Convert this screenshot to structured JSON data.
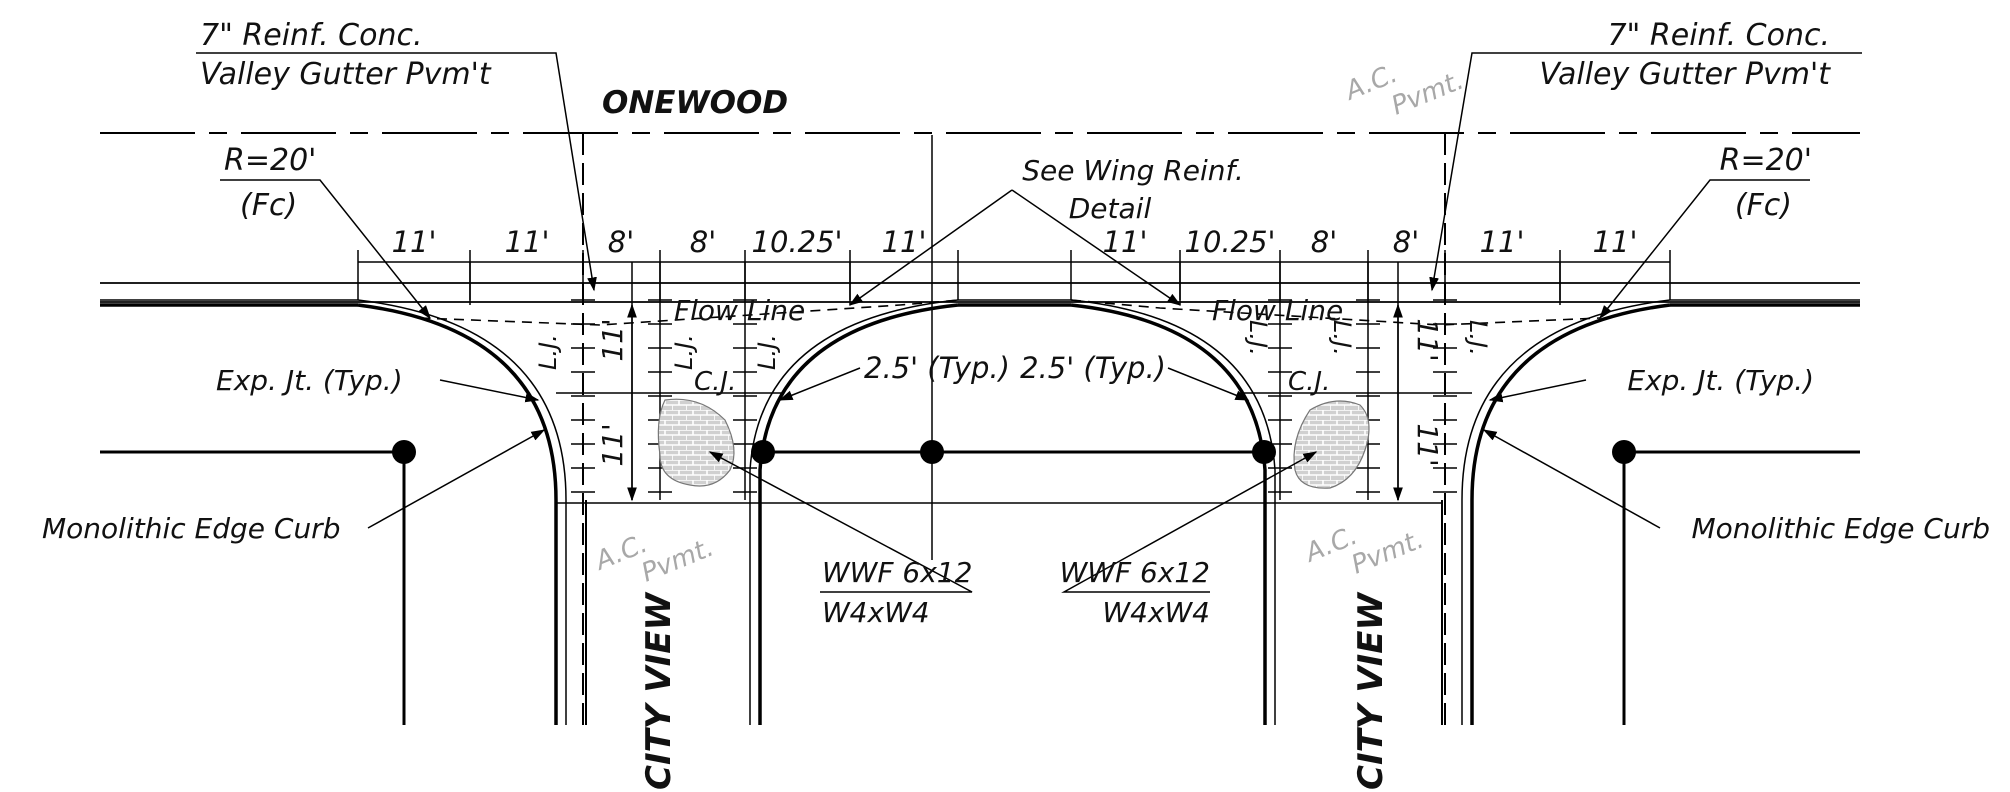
{
  "street_names": {
    "top": "ONEWOOD",
    "left": "CITY VIEW",
    "right": "CITY VIEW"
  },
  "labels": {
    "valley_gutter_left_1": "7\" Reinf. Conc.",
    "valley_gutter_left_2": "Valley Gutter Pvm't",
    "valley_gutter_right_1": "7\" Reinf. Conc.",
    "valley_gutter_right_2": "Valley Gutter Pvm't",
    "radius_left_1": "R=20'",
    "radius_left_2": "(Fc)",
    "radius_right_1": "R=20'",
    "radius_right_2": "(Fc)",
    "wing_reinf_1": "See Wing Reinf.",
    "wing_reinf_2": "Detail",
    "flow_line_left": "Flow Line",
    "flow_line_right": "Flow Line",
    "exp_jt_left": "Exp. Jt. (Typ.)",
    "exp_jt_right": "Exp. Jt. (Typ.)",
    "edge_curb_left": "Monolithic Edge Curb",
    "edge_curb_right": "Monolithic Edge Curb",
    "typ_left": "2.5' (Typ.)",
    "typ_right": "2.5' (Typ.)",
    "cj_left": "C.J.",
    "cj_right": "C.J.",
    "lj": "L.J.",
    "wwf_left_1": "WWF 6x12",
    "wwf_left_2": "W4xW4",
    "wwf_right_1": "WWF 6x12",
    "wwf_right_2": "W4xW4",
    "ac_pvmt_top_1": "A.C.",
    "ac_pvmt_top_2": "Pvmt.",
    "ac_pvmt_left_1": "A.C.",
    "ac_pvmt_left_2": "Pvmt.",
    "ac_pvmt_right_1": "A.C.",
    "ac_pvmt_right_2": "Pvmt."
  },
  "dimensions": {
    "top": [
      "11'",
      "11'",
      "8'",
      "8'",
      "10.25'",
      "11'",
      "11'",
      "10.25'",
      "8'",
      "8'",
      "11'",
      "11'"
    ],
    "vertical_left": [
      "11'",
      "11'"
    ],
    "vertical_right": [
      "11'",
      "11'"
    ]
  },
  "colors": {
    "linework": "#000000",
    "pavement_note": "#a8a8a8",
    "hatch_fill": "#d0d0d0"
  }
}
